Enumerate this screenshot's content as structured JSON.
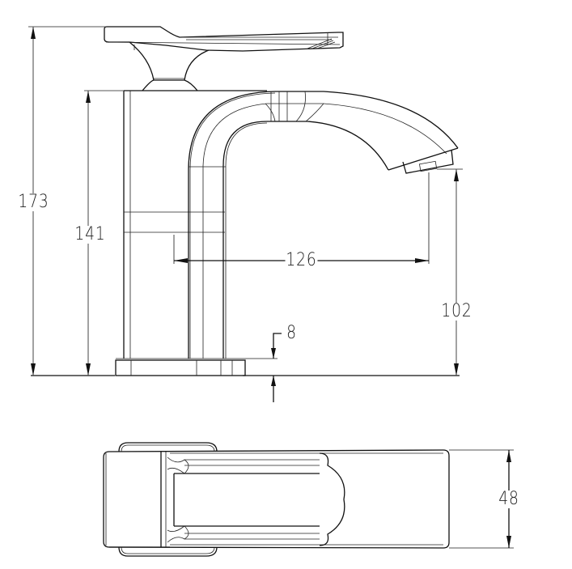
{
  "drawing": {
    "title": "Basin mixer faucet dimension drawing",
    "units": "mm",
    "views": [
      {
        "name": "side-elevation"
      },
      {
        "name": "top-plan"
      }
    ]
  },
  "dimensions": {
    "overall_height": "173",
    "body_height": "141",
    "spout_reach": "126",
    "spout_clearance": "102",
    "base_thickness": "8",
    "plan_width": "48"
  },
  "colors": {
    "line": "#111111",
    "dimension_line": "#555555",
    "background": "#ffffff"
  }
}
